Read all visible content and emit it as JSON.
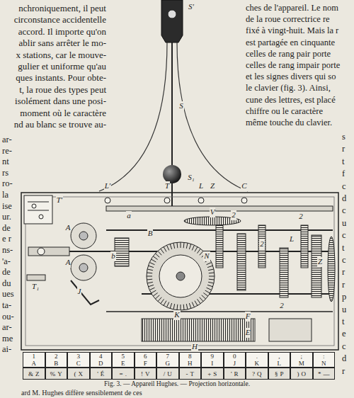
{
  "diagram": {
    "caption": "Fig. 3. — Appareil Hughes. — Projection horizontale.",
    "nodes": [
      {
        "text": [
          "1",
          "A"
        ]
      },
      {
        "text": [
          "2",
          "B"
        ]
      },
      {
        "text": [
          "3",
          "C"
        ]
      },
      {
        "text": [
          "4",
          "D"
        ]
      },
      {
        "text": [
          "5",
          "E"
        ]
      },
      {
        "text": [
          "6",
          "F"
        ]
      },
      {
        "text": [
          "7",
          "G"
        ]
      },
      {
        "text": [
          "8",
          "H"
        ]
      },
      {
        "text": [
          "9",
          "I"
        ]
      },
      {
        "text": [
          "0",
          "J"
        ]
      },
      {
        "text": [
          ".",
          "K"
        ]
      },
      {
        "text": [
          ",",
          "L"
        ]
      },
      {
        "text": [
          ";",
          "M"
        ]
      },
      {
        "text": [
          ":",
          "N"
        ]
      },
      {
        "text": [
          "&",
          "Z"
        ]
      },
      {
        "text": [
          "%",
          "Y"
        ]
      },
      {
        "text": [
          "(",
          "X"
        ]
      },
      {
        "text": [
          "'",
          "É"
        ]
      },
      {
        "text": [
          "=",
          "."
        ]
      },
      {
        "text": [
          "!",
          "V"
        ]
      },
      {
        "text": [
          "/",
          "U"
        ]
      },
      {
        "text": [
          "-",
          "T"
        ]
      },
      {
        "text": [
          "+",
          "S"
        ]
      },
      {
        "text": [
          "'",
          "R"
        ]
      },
      {
        "text": [
          "?",
          "Q"
        ]
      },
      {
        "text": [
          "§",
          "P"
        ]
      },
      {
        "text": [
          ")",
          "O"
        ]
      },
      {
        "text": [
          "*",
          "—"
        ]
      }
    ],
    "labels": [
      "nchroniquement, il peut",
      "circonstance accidentelle",
      "accord. Il importe qu'on",
      "ablir sans arrêter le mo-",
      "x stations, car le mouve-",
      "gulier et uniforme qu'au",
      "ques instants. Pour obte-",
      "t, la roue des types peut",
      "isolément dans une posi-",
      "moment où le caractère",
      "nd au blanc se trouve au-",
      "ches de l'appareil. Le nom",
      "de la roue correctrice re",
      "fixé à vingt-huit. Mais la r",
      "est partagée en cinquante",
      "celles de rang pair porte",
      "celles de rang impair porte",
      "et les signes divers qui so",
      "le clavier (fig. 3). Ainsi,",
      "cune des lettres, est placé",
      "chiffre ou le caractère",
      "même touche du clavier.",
      "ar-",
      "re-",
      "nt",
      "rs",
      "ro-",
      "la",
      "ise",
      "ur.",
      "de",
      "e r",
      "ns-",
      "'a-",
      "de",
      "du",
      "ues",
      "ta-",
      "ou-",
      "ar-",
      "me",
      "ai-",
      "s",
      "r",
      "t",
      "f",
      "c",
      "d",
      "c",
      "u",
      "c",
      "t",
      "c",
      "r",
      "r",
      "p",
      "u",
      "t",
      "e",
      "c",
      "d",
      "r",
      "ard M. Hughes diffère sensiblement de ces",
      "S'",
      "S",
      "S₁",
      "L'",
      "T",
      "L",
      "Z",
      "C",
      "T'",
      "A",
      "A",
      "T₁",
      "J",
      "V",
      "B",
      "N",
      "K",
      "F",
      "E",
      "H",
      "L",
      "Z",
      "b",
      "a",
      "2",
      "2",
      "2",
      "2"
    ]
  }
}
